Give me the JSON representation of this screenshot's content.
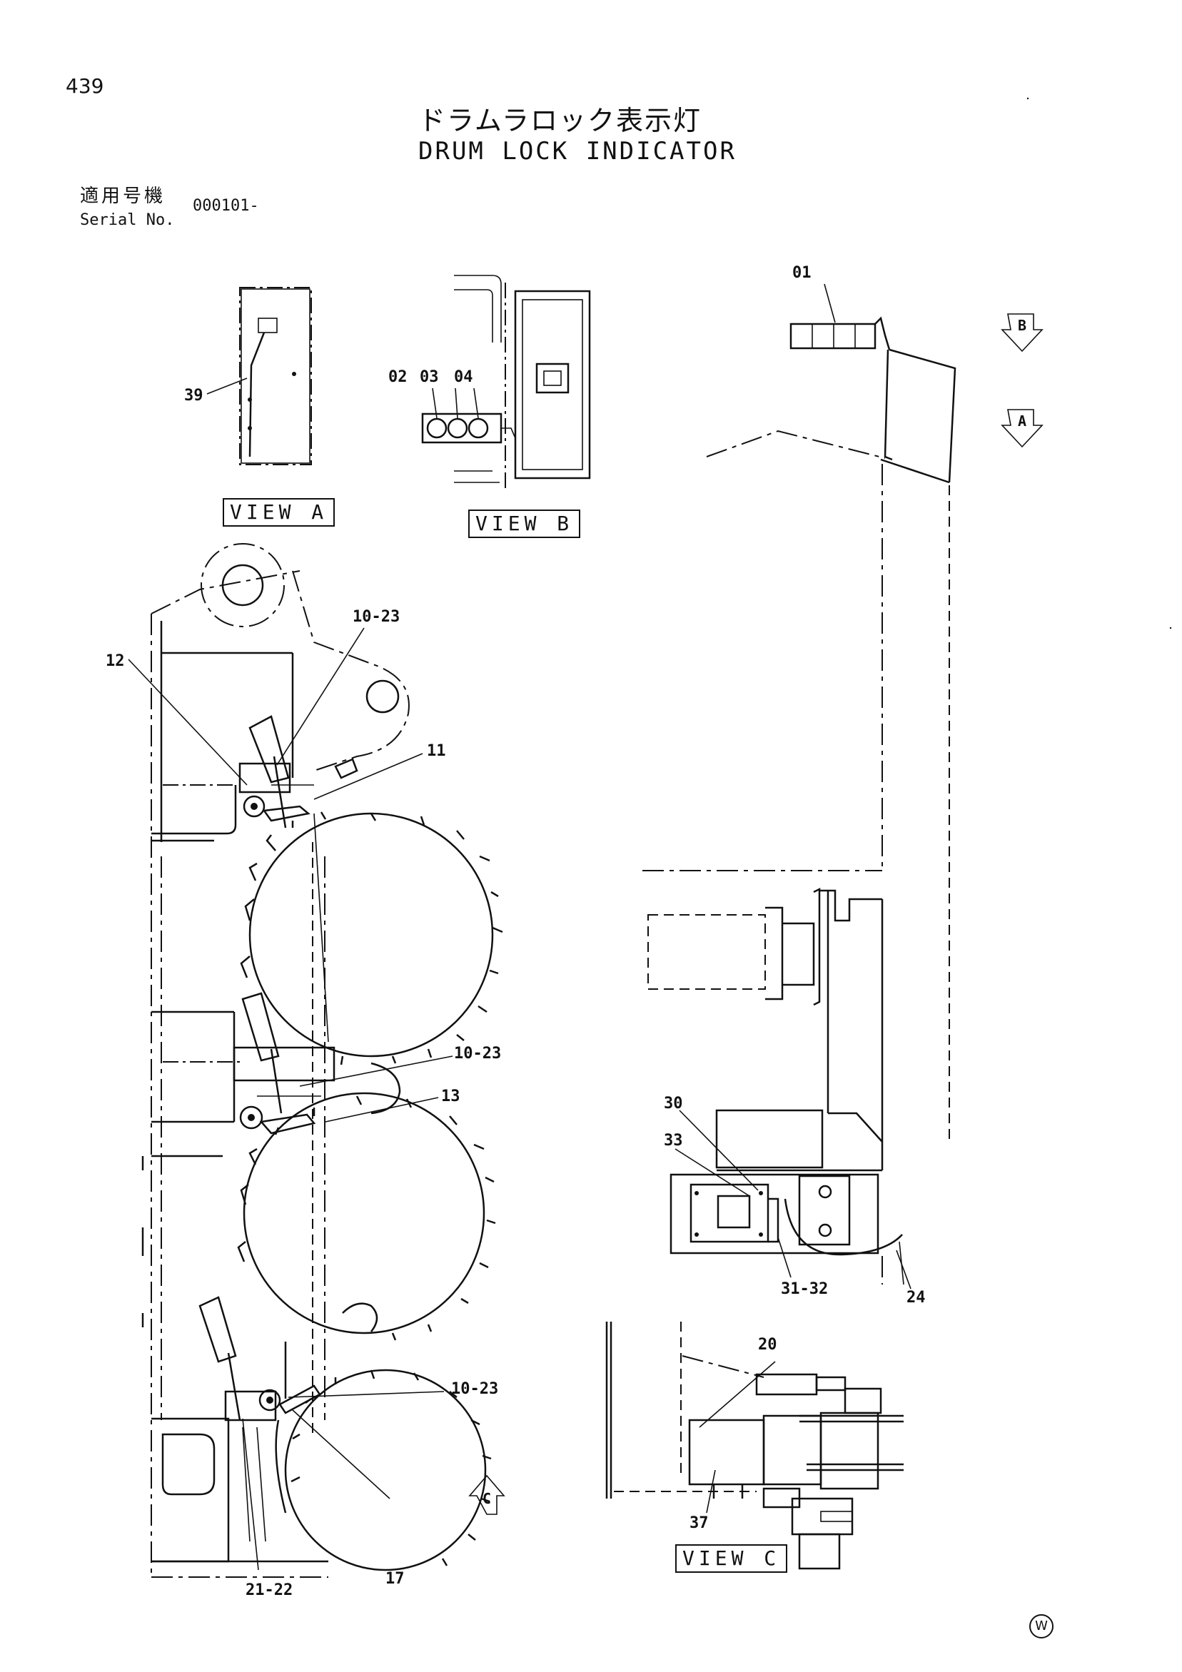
{
  "header": {
    "page_number": "439",
    "title_jp": "ドラムラロック表示灯",
    "title_en": "DRUM LOCK INDICATOR",
    "serial_label_jp": "適用号機",
    "serial_label_en": "Serial No.",
    "serial_value": "000101-"
  },
  "views": {
    "view_a": "VIEW A",
    "view_b": "VIEW B",
    "view_c": "VIEW C"
  },
  "markers": {
    "a": "A",
    "b": "B",
    "c": "C"
  },
  "callouts": {
    "c01": "01",
    "c02": "02",
    "c03": "03",
    "c04": "04",
    "c39": "39",
    "c10_23_top": "10-23",
    "c12": "12",
    "c11": "11",
    "c10_23_mid": "10-23",
    "c13": "13",
    "c10_23_bot": "10-23",
    "c17": "17",
    "c21_22": "21-22",
    "c30": "30",
    "c33": "33",
    "c31_32": "31-32",
    "c24": "24",
    "c20": "20",
    "c37": "37"
  },
  "footer": {
    "mark": "W"
  }
}
